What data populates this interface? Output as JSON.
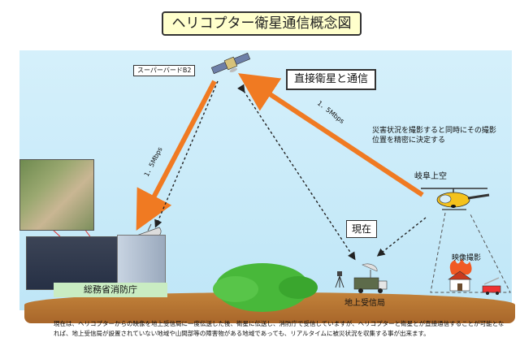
{
  "title": "ヘリコプター衛星通信概念図",
  "satellite": {
    "name": "スーパーバードB2"
  },
  "direct_link_label": "直接衛星と通信",
  "rate_up": "1．5Mbps",
  "rate_down": "1．5Mbps",
  "annotation": "災害状況を撮影すると同時にその撮影位置を精密に決定する",
  "helicopter_location": "岐阜上空",
  "current_label": "現在",
  "imaging_label": "映像撮影",
  "ground_station": "地上受信局",
  "ministry": "総務省消防庁",
  "description": "現在は、ヘリコプターからの映像を地上受信局に一度伝送した後、衛星に伝送し、消防庁で受信していますが、ヘリコプターと衛星とが直接通信することが可能となれば、地上受信局が設置されていない地域や山間部等の障害物がある地域であっても、リアルタイムに被災状況を収集する事が出来ます。"
}
